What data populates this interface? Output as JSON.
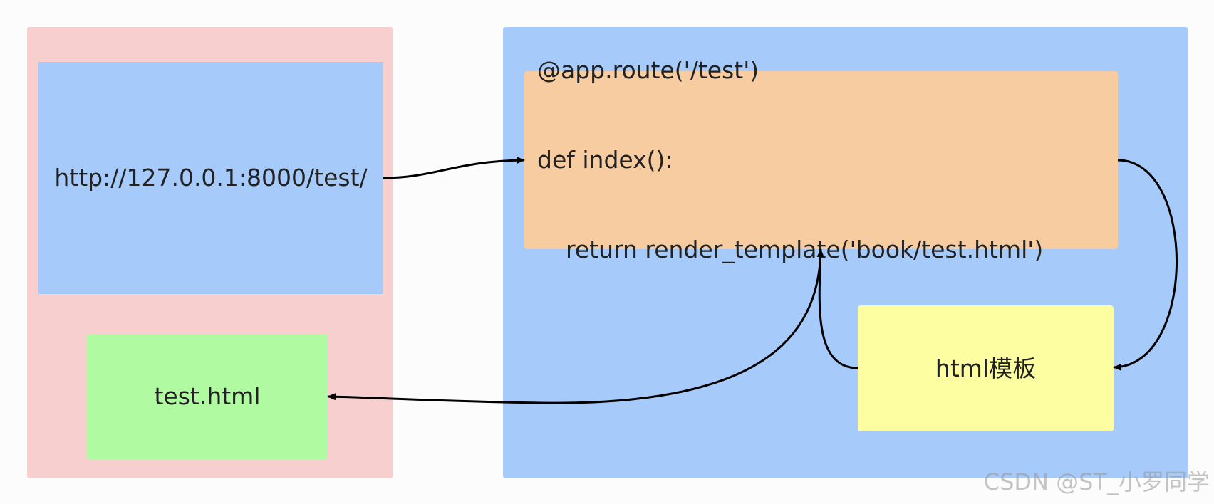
{
  "colors": {
    "client_panel": "#f8cfcf",
    "browser_box": "#a6caf9",
    "response_box": "#b0fba1",
    "server_panel": "#a6caf9",
    "code_box": "#f6cca0",
    "template_box": "#fdfea1",
    "arrow": "#000000"
  },
  "client": {
    "url": "http://127.0.0.1:8000/test/",
    "response_file": "test.html"
  },
  "server": {
    "code_lines": [
      "@app.route('/test')",
      "def index():",
      "return render_template('book/test.html')"
    ],
    "template_label": "html模板"
  },
  "watermark": "CSDN @ST_小罗同学"
}
